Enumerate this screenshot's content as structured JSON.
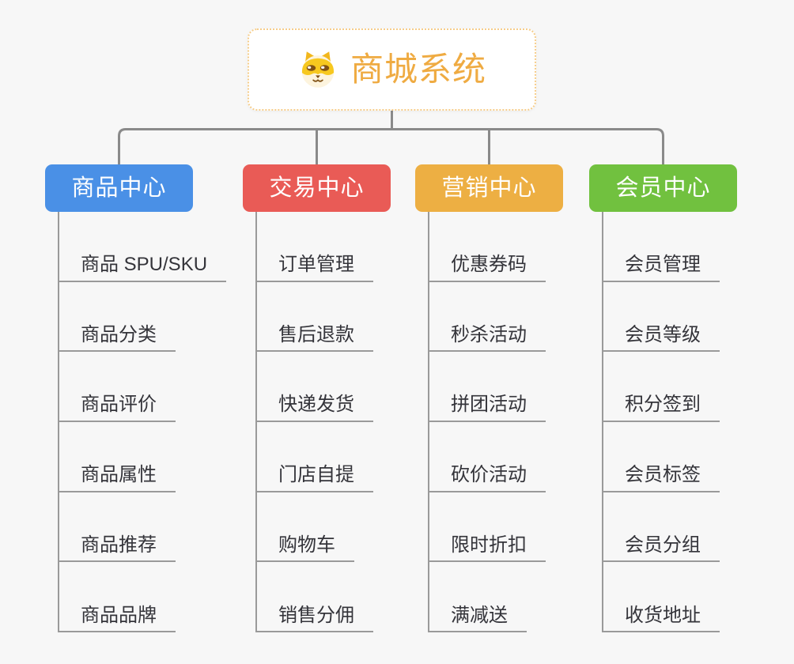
{
  "canvas": {
    "background": "#f7f7f7"
  },
  "root": {
    "title": "商城系统",
    "icon": "dog-face-icon",
    "title_color": "#efab42",
    "border_color": "#f6cd8a",
    "background": "#ffffff"
  },
  "connector_color": "#8a8a8a",
  "leaf_line_color": "#9a9a9a",
  "leaf_text_color": "#34343a",
  "branches": [
    {
      "id": "product-center",
      "label": "商品中心",
      "color": "#4a90e6",
      "children": [
        "商品 SPU/SKU",
        "商品分类",
        "商品评价",
        "商品属性",
        "商品推荐",
        "商品品牌"
      ]
    },
    {
      "id": "trade-center",
      "label": "交易中心",
      "color": "#e95b56",
      "children": [
        "订单管理",
        "售后退款",
        "快递发货",
        "门店自提",
        "购物车",
        "销售分佣"
      ]
    },
    {
      "id": "marketing-center",
      "label": "营销中心",
      "color": "#edaf43",
      "children": [
        "优惠券码",
        "秒杀活动",
        "拼团活动",
        "砍价活动",
        "限时折扣",
        "满减送"
      ]
    },
    {
      "id": "member-center",
      "label": "会员中心",
      "color": "#71c13f",
      "children": [
        "会员管理",
        "会员等级",
        "积分签到",
        "会员标签",
        "会员分组",
        "收货地址"
      ]
    }
  ]
}
